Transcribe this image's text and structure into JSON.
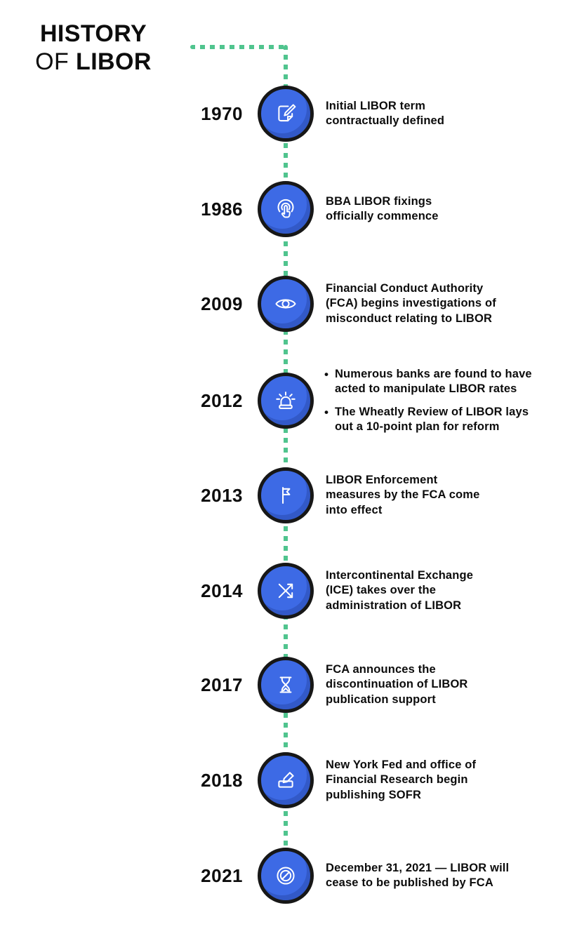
{
  "colors": {
    "node_fill_blue": "#3D6AE5",
    "node_border": "#171717",
    "dotted_line_green": "#50C48E",
    "text": "#0c0c0c",
    "background": "#ffffff"
  },
  "title": {
    "line1": "HISTORY",
    "line2_light": "OF",
    "line2_bold": "LIBOR"
  },
  "timeline": {
    "entries": [
      {
        "year": "1970",
        "icon": "edit-document-icon",
        "desc": [
          "Initial LIBOR term",
          "contractually defined"
        ]
      },
      {
        "year": "1986",
        "icon": "tap-icon",
        "desc": [
          "BBA LIBOR fixings",
          "officially commence"
        ]
      },
      {
        "year": "2009",
        "icon": "eye-icon",
        "desc": [
          "Financial Conduct Authority",
          "(FCA) begins investigations of",
          "misconduct relating to LIBOR"
        ]
      },
      {
        "year": "2012",
        "icon": "siren-icon",
        "bullets": [
          [
            "Numerous banks are found to have",
            "acted to manipulate LIBOR rates"
          ],
          [
            "The Wheatly Review of LIBOR lays",
            "out a 10-point plan for reform"
          ]
        ]
      },
      {
        "year": "2013",
        "icon": "flag-icon",
        "desc": [
          "LIBOR Enforcement",
          "measures by the FCA come",
          "into effect"
        ]
      },
      {
        "year": "2014",
        "icon": "shuffle-arrows-icon",
        "desc": [
          "Intercontinental Exchange",
          "(ICE) takes over the",
          "administration of LIBOR"
        ]
      },
      {
        "year": "2017",
        "icon": "hourglass-icon",
        "desc": [
          "FCA announces the",
          "discontinuation of LIBOR",
          "publication support"
        ]
      },
      {
        "year": "2018",
        "icon": "sign-pencil-icon",
        "desc": [
          "New York Fed and office of",
          "Financial Research begin",
          "publishing SOFR"
        ]
      },
      {
        "year": "2021",
        "icon": "prohibited-icon",
        "desc": [
          "December 31, 2021 — LIBOR will",
          "cease to be published by FCA"
        ]
      }
    ]
  }
}
